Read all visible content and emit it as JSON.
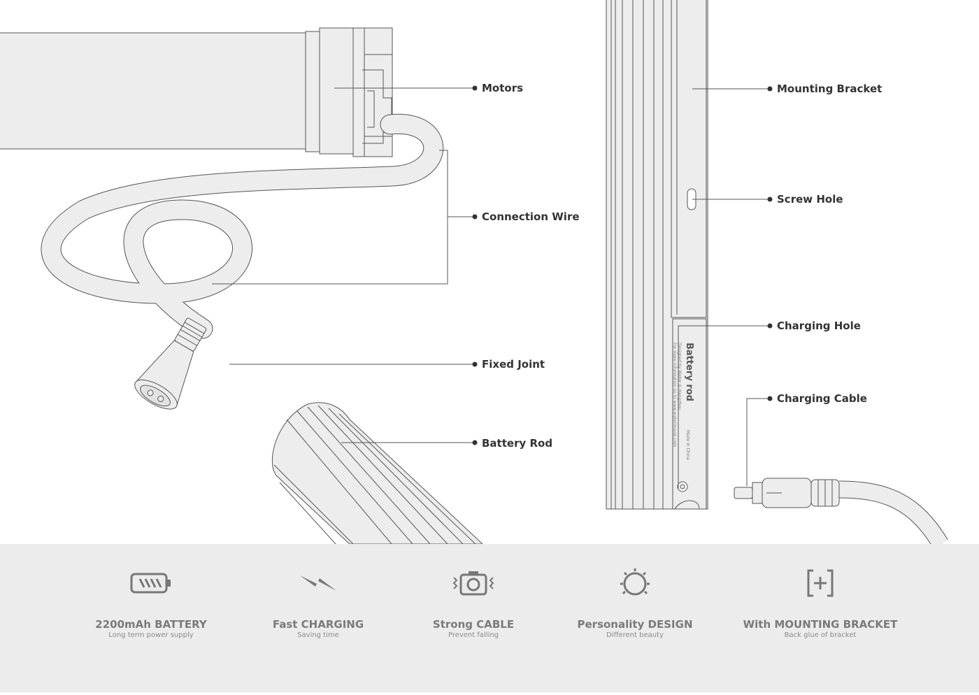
{
  "callouts": {
    "motors": "Motors",
    "connection_wire": "Connection Wire",
    "fixed_joint": "Fixed Joint",
    "battery_rod": "Battery Rod",
    "mounting_bracket": "Mounting Bracket",
    "screw_hole": "Screw Hole",
    "charging_hole": "Charging Hole",
    "charging_cable": "Charging Cable"
  },
  "rod_print": {
    "name": "Battery rod",
    "line1": "Designed by Water in Hangzhou",
    "line2": "For more information go to www.waterimage.com",
    "line3": "Made in China"
  },
  "features": [
    {
      "icon": "battery-icon",
      "title": "2200mAh BATTERY",
      "subtitle": "Long term power supply"
    },
    {
      "icon": "lightning-icon",
      "title": "Fast CHARGING",
      "subtitle": "Saving time"
    },
    {
      "icon": "camera-icon",
      "title": "Strong CABLE",
      "subtitle": "Prevent falling"
    },
    {
      "icon": "sun-icon",
      "title": "Personality DESIGN",
      "subtitle": "Different beauty"
    },
    {
      "icon": "bracket-plus-icon",
      "title": "With MOUNTING BRACKET",
      "subtitle": "Back glue of bracket"
    }
  ],
  "colors": {
    "line": "#555555",
    "fill": "#ededed",
    "band": "#ececec",
    "feature_text": "#7a7a7a"
  }
}
